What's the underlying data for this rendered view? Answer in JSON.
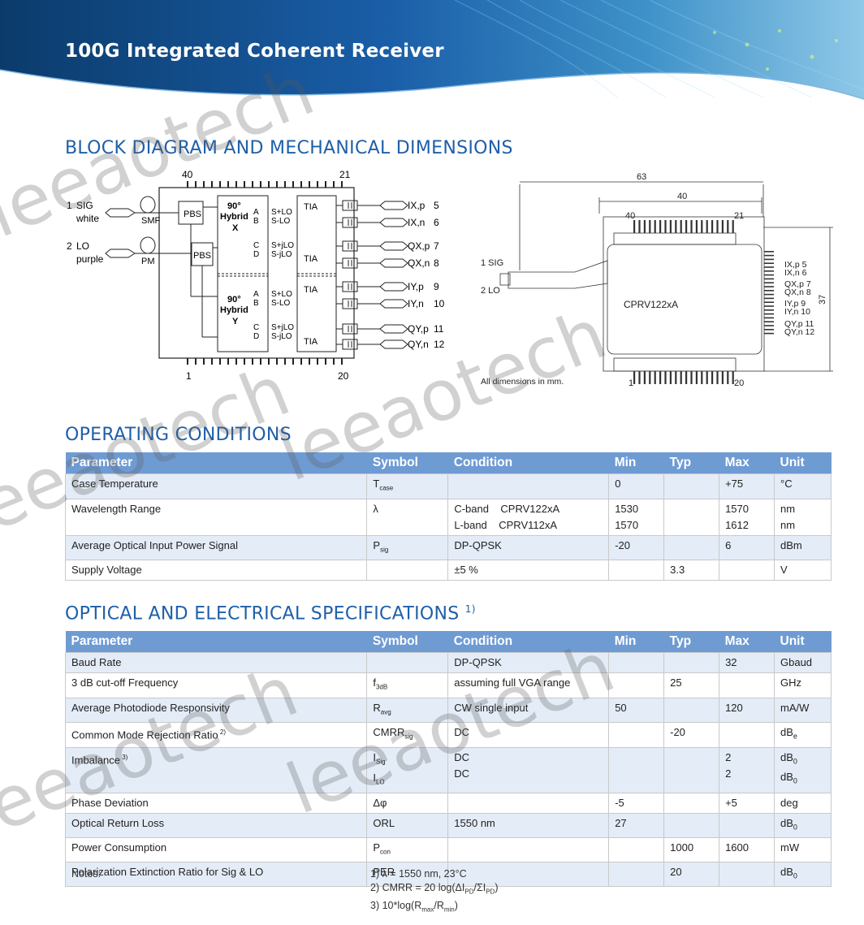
{
  "header": {
    "title": "100G Integrated Coherent Receiver"
  },
  "sections": {
    "block": "BLOCK DIAGRAM AND MECHANICAL DIMENSIONS",
    "operating": "OPERATING CONDITIONS",
    "optical": "OPTICAL AND ELECTRICAL SPECIFICATIONS",
    "optical_note": "1)"
  },
  "watermark": "leeaotech",
  "block_diagram": {
    "pin_top": "40",
    "pin_top_right": "21",
    "pin_bottom": "1",
    "pin_bottom_right": "20",
    "sig_num": "1",
    "sig_label": "SIG",
    "sig_color": "white",
    "lo_num": "2",
    "lo_label": "LO",
    "lo_color": "purple",
    "smf": "SMF",
    "pm": "PM",
    "pbs": "PBS",
    "hybrid_deg": "90°",
    "hybrid": "Hybrid",
    "hx": "X",
    "hy": "Y",
    "tia": "TIA",
    "ports_top": [
      "A",
      "B",
      "C",
      "D"
    ],
    "mix_x": [
      "S+LO",
      "S-LO",
      "S+jLO",
      "S-jLO"
    ],
    "outputs": [
      "IX,p",
      "IX,n",
      "QX,p",
      "QX,n",
      "IY,p",
      "IY,n",
      "QY,p",
      "QY,n"
    ],
    "output_pins": [
      "5",
      "6",
      "7",
      "8",
      "9",
      "10",
      "11",
      "12"
    ]
  },
  "mechanical": {
    "width_total": "63",
    "width_body": "40",
    "height": "37",
    "pin_top_left": "40",
    "pin_top_right": "21",
    "pin_bottom_left": "1",
    "pin_bottom_right": "20",
    "sig": "1 SIG",
    "lo": "2 LO",
    "part": "CPRV122xA",
    "side_labels": [
      "IX,p 5",
      "IX,n 6",
      "QX,p 7",
      "QX,n 8",
      "IY,p 9",
      "IY,n 10",
      "QY,p 11",
      "QY,n 12"
    ],
    "note": "All dimensions in mm."
  },
  "table_headers": [
    "Parameter",
    "Symbol",
    "Condition",
    "Min",
    "Typ",
    "Max",
    "Unit"
  ],
  "operating_rows": [
    {
      "param": "Case Temperature",
      "sym": "T",
      "sub": "case",
      "cond": "",
      "min": "0",
      "typ": "",
      "max": "+75",
      "unit": "°C"
    },
    {
      "param": "Wavelength Range",
      "sym": "λ",
      "sub": "",
      "cond": "C-band    CPRV122xA",
      "cond2": "L-band    CPRV112xA",
      "min": "1530",
      "min2": "1570",
      "typ": "",
      "max": "1570",
      "max2": "1612",
      "unit": "nm",
      "unit2": "nm"
    },
    {
      "param": "Average Optical Input Power Signal",
      "sym": "P",
      "sub": "sig",
      "cond": "DP-QPSK",
      "min": "-20",
      "typ": "",
      "max": "6",
      "unit": "dBm"
    },
    {
      "param": "Supply Voltage",
      "sym": "",
      "sub": "",
      "cond": "±5 %",
      "min": "",
      "typ": "3.3",
      "max": "",
      "unit": "V"
    }
  ],
  "optical_rows": [
    {
      "param": "Baud Rate",
      "sym": "",
      "sub": "",
      "cond": "DP-QPSK",
      "min": "",
      "typ": "",
      "max": "32",
      "unit": "Gbaud"
    },
    {
      "param": "3 dB cut-off Frequency",
      "sym": "f",
      "sub": "3dB",
      "cond": "assuming full VGA range",
      "min": "",
      "typ": "25",
      "max": "",
      "unit": "GHz"
    },
    {
      "param": "Average Photodiode Responsivity",
      "sym": "R",
      "sub": "avg",
      "cond": "CW single input",
      "min": "50",
      "typ": "",
      "max": "120",
      "unit": "mA/W"
    },
    {
      "param": "Common Mode Rejection Ratio",
      "psup": "2)",
      "sym": "CMRR",
      "sub": "sig",
      "cond": "DC",
      "min": "",
      "typ": "-20",
      "max": "",
      "unit": "dB",
      "usub": "e"
    },
    {
      "param": "Imbalance",
      "psup": "3)",
      "sym": "I",
      "sub": "Sig",
      "sym2": "I",
      "sub2": "LO",
      "cond": "DC",
      "cond2": "DC",
      "min": "",
      "typ": "",
      "max": "2",
      "max2": "2",
      "unit": "dB",
      "usub": "0",
      "unit2": "dB",
      "usub2": "0"
    },
    {
      "param": "Phase Deviation",
      "sym": "Δφ",
      "sub": "",
      "cond": "",
      "min": "-5",
      "typ": "",
      "max": "+5",
      "unit": "deg"
    },
    {
      "param": "Optical Return Loss",
      "sym": "ORL",
      "sub": "",
      "cond": "1550 nm",
      "min": "27",
      "typ": "",
      "max": "",
      "unit": "dB",
      "usub": "0"
    },
    {
      "param": "Power Consumption",
      "sym": "P",
      "sub": "con",
      "cond": "",
      "min": "",
      "typ": "1000",
      "max": "1600",
      "unit": "mW"
    },
    {
      "param": "Polarization Extinction Ratio for Sig & LO",
      "sym": "PER",
      "sub": "",
      "cond": "",
      "min": "",
      "typ": "20",
      "max": "",
      "unit": "dB",
      "usub": "0"
    }
  ],
  "notes": {
    "label": "Notes:",
    "n1": "1) λ = 1550 nm, 23°C",
    "n2": "2) CMRR = 20 log(ΔI",
    "n2_sub1": "PD",
    "n2_mid": "/ΣI",
    "n2_sub2": "PD",
    "n2_end": ")",
    "n3": "3) 10*log(R",
    "n3_sub1": "max",
    "n3_mid": "/R",
    "n3_sub2": "min",
    "n3_end": ")"
  },
  "colors": {
    "accent": "#1f5fa8",
    "table_header": "#6f9bd3",
    "row_alt": "#e4ecf7"
  }
}
